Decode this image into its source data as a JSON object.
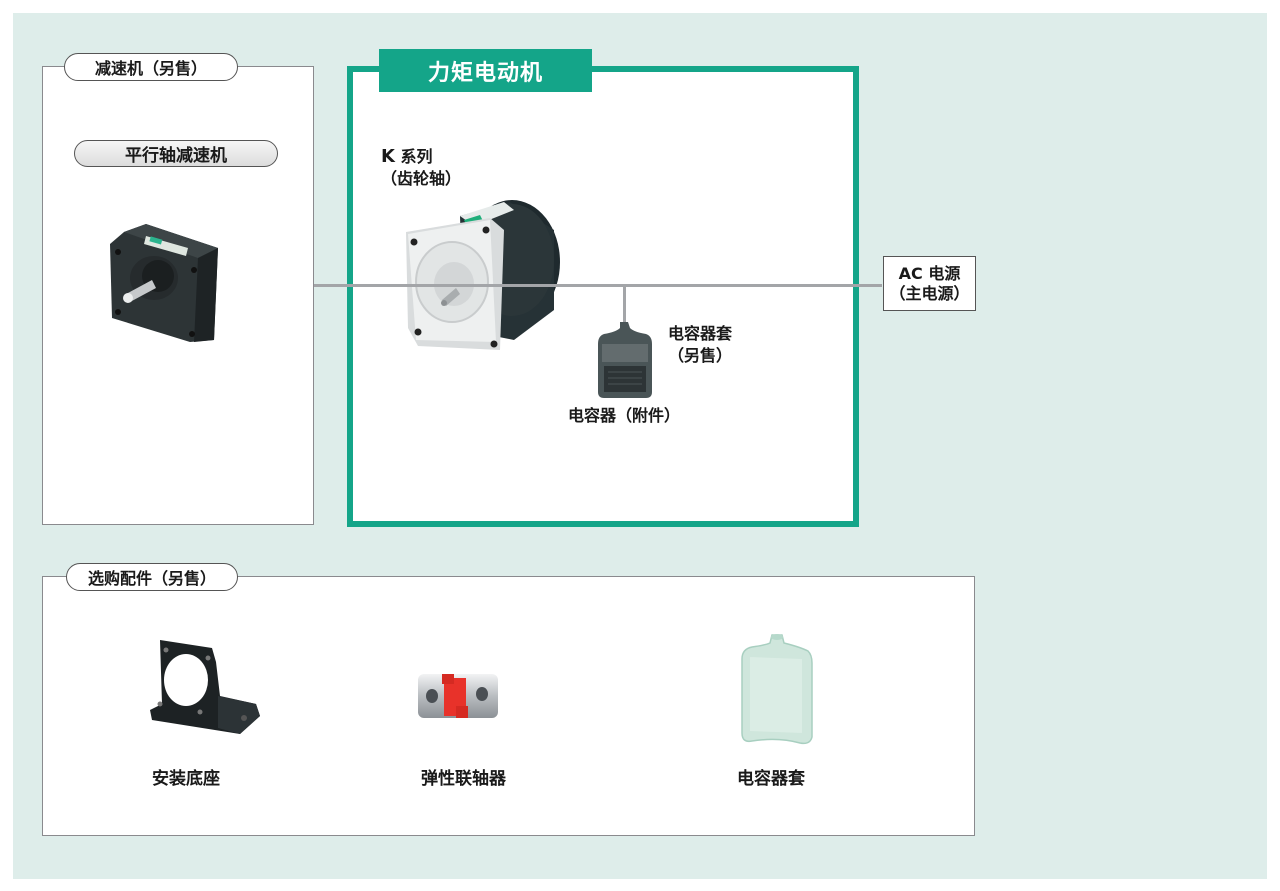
{
  "diagram": {
    "type": "system-configuration",
    "colors": {
      "background": "#deedea",
      "accent_green": "#14a589",
      "box_border": "#8a8a8e",
      "connector_line": "#a3a5a8"
    }
  },
  "gearhead_section": {
    "title": "减速机（另售）",
    "subtitle": "平行轴减速机",
    "image_icon": "parallel-shaft-gearhead"
  },
  "motor_section": {
    "title": "力矩电动机",
    "series_bold": "K",
    "series_text": " 系列",
    "shaft_type": "（齿轮轴）",
    "image_icon": "torque-motor",
    "capacitor_case": {
      "line1": "电容器套",
      "line2": "（另售）"
    },
    "capacitor": "电容器（附件）"
  },
  "power_supply": {
    "line1": "AC 电源",
    "line2": "（主电源）"
  },
  "accessories_section": {
    "title": "选购配件（另售）",
    "items": [
      {
        "label": "安装底座",
        "icon": "mounting-bracket"
      },
      {
        "label": "弹性联轴器",
        "icon": "flexible-coupling"
      },
      {
        "label": "电容器套",
        "icon": "capacitor-cap"
      }
    ]
  }
}
